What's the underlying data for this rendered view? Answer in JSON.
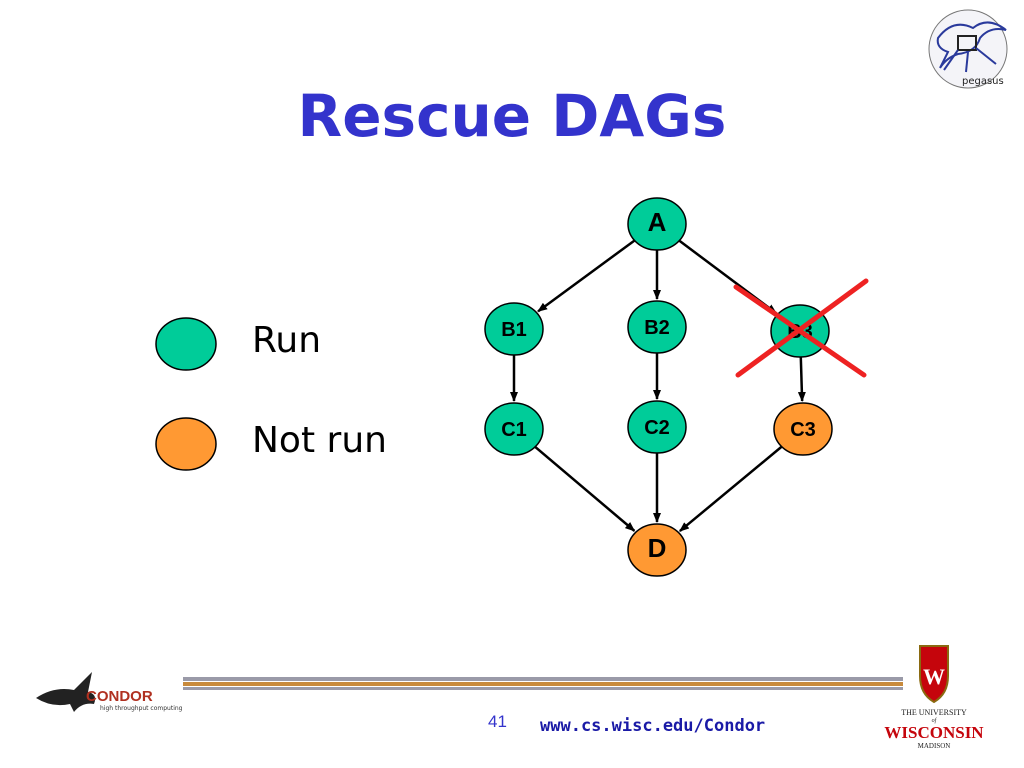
{
  "slide": {
    "title": "Rescue DAGs",
    "page_number": "41",
    "url": "www.cs.wisc.edu/Condor"
  },
  "legend": [
    {
      "label": "Run",
      "color": "#00cc99"
    },
    {
      "label": "Not run",
      "color": "#ff9933"
    }
  ],
  "nodes": [
    {
      "id": "A",
      "label": "A",
      "status": "run"
    },
    {
      "id": "B1",
      "label": "B1",
      "status": "run"
    },
    {
      "id": "B2",
      "label": "B2",
      "status": "run"
    },
    {
      "id": "B3",
      "label": "B3",
      "status": "run",
      "failed": true
    },
    {
      "id": "C1",
      "label": "C1",
      "status": "run"
    },
    {
      "id": "C2",
      "label": "C2",
      "status": "run"
    },
    {
      "id": "C3",
      "label": "C3",
      "status": "not-run"
    },
    {
      "id": "D",
      "label": "D",
      "status": "not-run"
    }
  ],
  "edges": [
    [
      "A",
      "B1"
    ],
    [
      "A",
      "B2"
    ],
    [
      "A",
      "B3"
    ],
    [
      "B1",
      "C1"
    ],
    [
      "B2",
      "C2"
    ],
    [
      "B3",
      "C3"
    ],
    [
      "C1",
      "D"
    ],
    [
      "C2",
      "D"
    ],
    [
      "C3",
      "D"
    ]
  ],
  "colors": {
    "run": "#00cc99",
    "not_run": "#ff9933",
    "title": "#3333cc",
    "cross": "#ee2222"
  },
  "logos": {
    "top_right": "pegasus",
    "bottom_left": "CONDOR",
    "bottom_left_tagline": "high throughput computing",
    "bottom_right_top": "THE UNIVERSITY",
    "bottom_right_of": "of",
    "bottom_right_name": "WISCONSIN",
    "bottom_right_sub": "MADISON"
  }
}
